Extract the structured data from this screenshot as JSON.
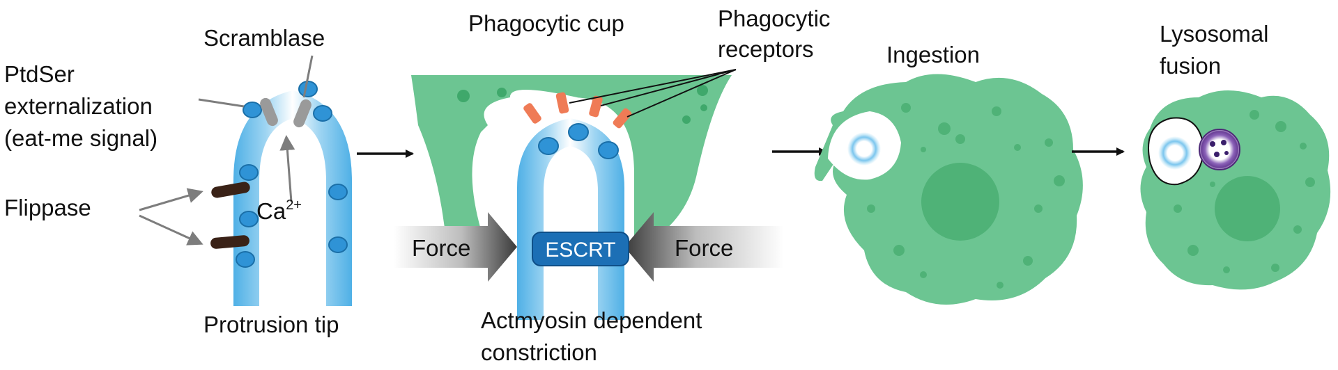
{
  "labels": {
    "ptdser_line1": "PtdSer",
    "ptdser_line2": "externalization",
    "ptdser_line3": "(eat-me signal)",
    "scramblase": "Scramblase",
    "flippase": "Flippase",
    "calcium_base": "Ca",
    "calcium_sup": "2+",
    "protrusion_tip": "Protrusion tip",
    "phagocytic_cup": "Phagocytic cup",
    "phagocytic_receptors_line1": "Phagocytic",
    "phagocytic_receptors_line2": "receptors",
    "force_left": "Force",
    "force_right": "Force",
    "escrt": "ESCRT",
    "actomyosin_line1": "Actmyosin dependent",
    "actomyosin_line2": "constriction",
    "ingestion": "Ingestion",
    "lysosomal_line1": "Lysosomal",
    "lysosomal_line2": "fusion"
  },
  "colors": {
    "cell_green": "#6cc592",
    "nucleus_green": "#4fb277",
    "dot_green": "#3fa86b",
    "membrane_blue": "#5ab8e8",
    "vesicle_blue": "#2f93d6",
    "receptor_orange": "#ef7b56",
    "flippase_brown": "#3a2217",
    "scramblase_gray": "#9a9a9a",
    "escrt_blue": "#1c6fb5",
    "lysosome_purple": "#7b4aa6",
    "arrow_gray": "#7d7d7d"
  }
}
